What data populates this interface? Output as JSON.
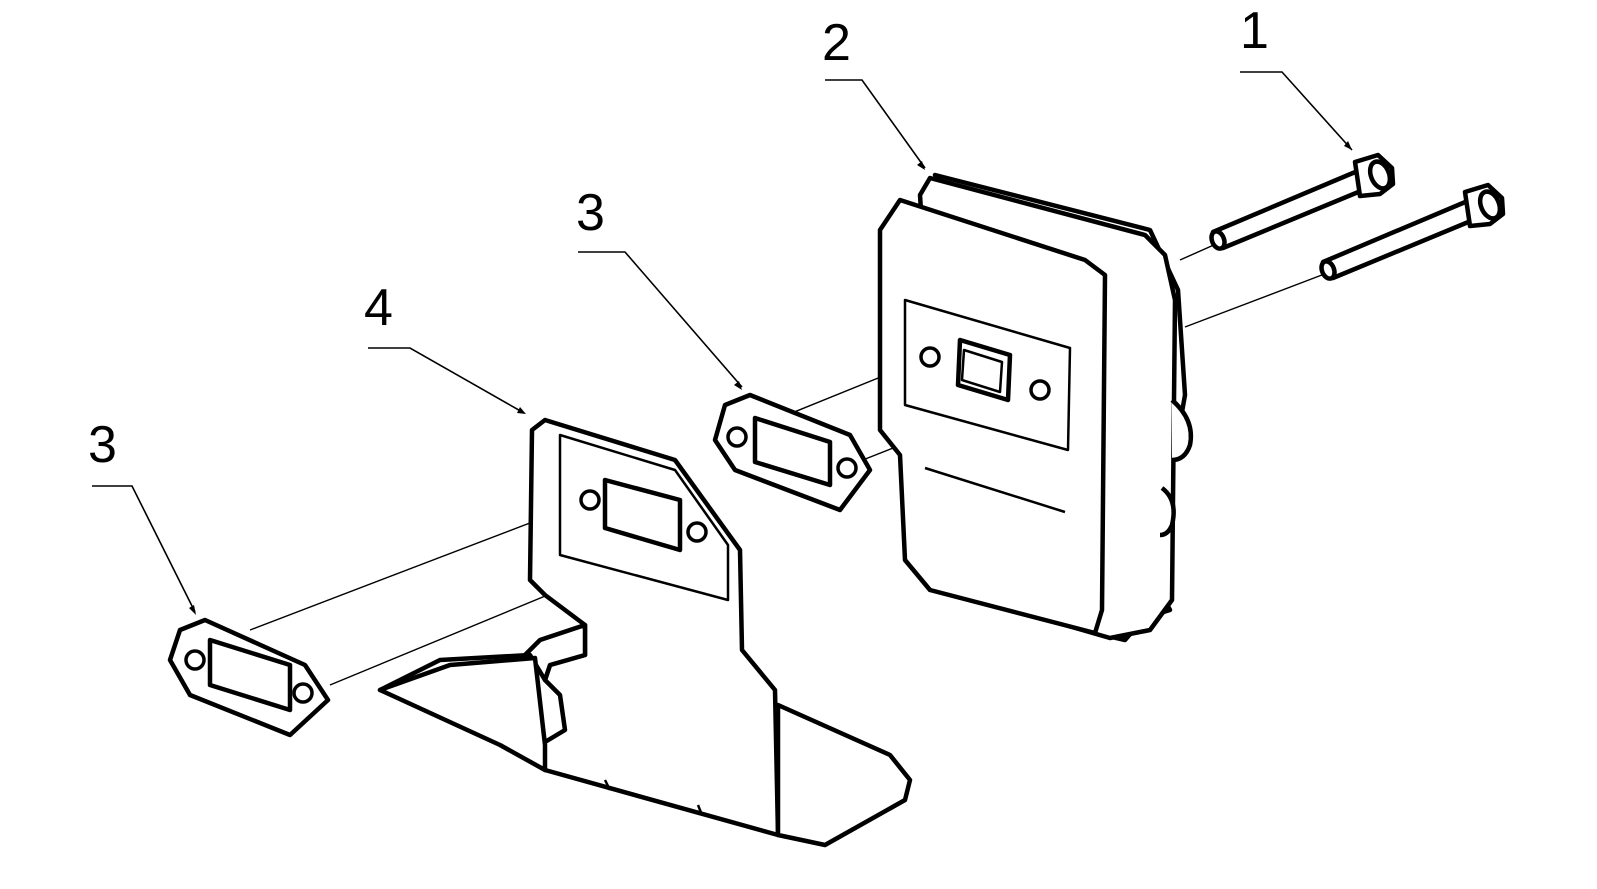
{
  "callouts": [
    {
      "id": "bolt",
      "number": "1"
    },
    {
      "id": "muffler",
      "number": "2"
    },
    {
      "id": "gasket-upper",
      "number": "3"
    },
    {
      "id": "gasket-lower",
      "number": "3"
    },
    {
      "id": "heat-shield",
      "number": "4"
    }
  ],
  "colors": {
    "line": "#000000",
    "background": "#ffffff"
  }
}
